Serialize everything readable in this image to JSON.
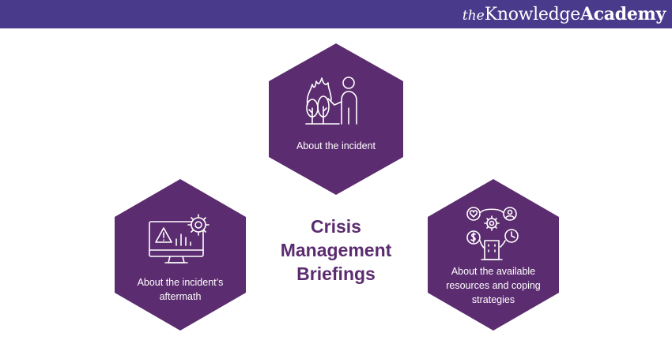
{
  "header": {
    "brand_the": "the",
    "brand_knowledge": "Knowledge",
    "brand_academy": "Academy"
  },
  "colors": {
    "header_bg": "#4a3a8c",
    "hex_fill": "#5b2c6f",
    "title_text": "#5b2c6f"
  },
  "diagram": {
    "center_title": [
      "Crisis",
      "Management",
      "Briefings"
    ],
    "nodes": [
      {
        "label": "About the incident",
        "icon": "burning-forest-person-icon"
      },
      {
        "label": "About the incident’s aftermath",
        "icon": "monitor-warning-gear-icon"
      },
      {
        "label": "About the available resources and coping strategies",
        "icon": "resources-cycle-icon"
      }
    ]
  }
}
